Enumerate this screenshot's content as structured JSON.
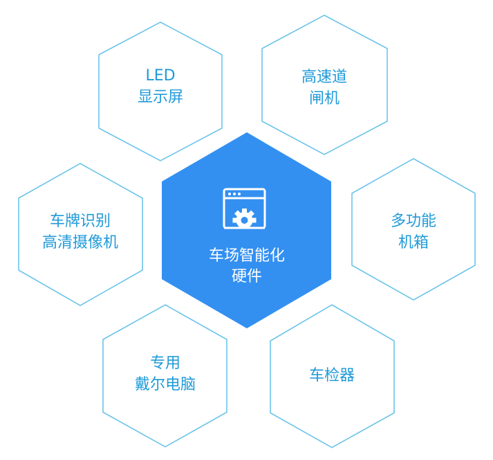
{
  "colors": {
    "outline": "#6cc4e9",
    "outer_text": "#1f9ad8",
    "center_fill": "#3390f1",
    "center_text": "#ffffff",
    "background": "#ffffff"
  },
  "center": {
    "icon": "settings-window-icon",
    "lines": [
      "车场智能化",
      "硬件"
    ]
  },
  "nodes": [
    {
      "id": "led-display",
      "lines": [
        "LED",
        "显示屏"
      ]
    },
    {
      "id": "highway-gate",
      "lines": [
        "高速道",
        "闸机"
      ]
    },
    {
      "id": "plate-camera",
      "lines": [
        "车牌识别",
        "高清摄像机"
      ]
    },
    {
      "id": "multi-box",
      "lines": [
        "多功能",
        "机箱"
      ]
    },
    {
      "id": "dell-pc",
      "lines": [
        "专用",
        "戴尔电脑"
      ]
    },
    {
      "id": "vehicle-detector",
      "lines": [
        "车检器"
      ]
    }
  ]
}
